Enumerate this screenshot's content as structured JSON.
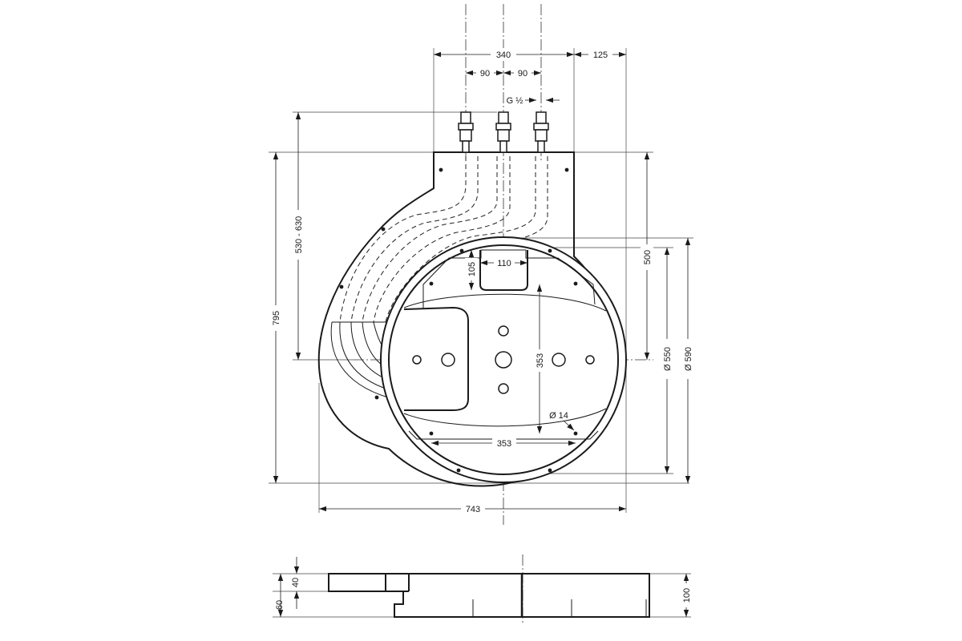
{
  "drawing": {
    "dimensions": {
      "d340": "340",
      "d125": "125",
      "d90_left": "90",
      "d90_right": "90",
      "thread": "G ½",
      "d530_630": "530 - 630",
      "d795": "795",
      "d500": "500",
      "d550": "Ø 550",
      "d590": "Ø 590",
      "d110": "110",
      "d105": "105",
      "d353_vertical": "353",
      "d353_horizontal": "353",
      "d14": "Ø 14",
      "d743": "743",
      "d40": "40",
      "d60": "60",
      "d100": "100"
    }
  }
}
